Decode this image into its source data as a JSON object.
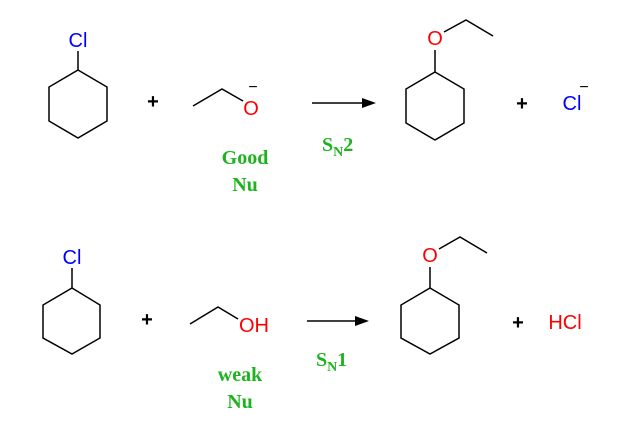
{
  "colors": {
    "chlorine": "#0000ff",
    "oxygen": "#ff0000",
    "label": "#1eb31e"
  },
  "reaction1": {
    "reactant_atom": "Cl",
    "plus1": "+",
    "nucleophile_atom": "O",
    "nucleophile_charge": "−",
    "nucleophile_label_1": "Good",
    "nucleophile_label_2": "Nu",
    "mechanism_main": "S",
    "mechanism_sub": "N",
    "mechanism_num": "2",
    "product_atom": "O",
    "plus2": "+",
    "byproduct": "Cl",
    "byproduct_charge": "−"
  },
  "reaction2": {
    "reactant_atom": "Cl",
    "plus1": "+",
    "nucleophile_atom": "OH",
    "nucleophile_label_1": "weak",
    "nucleophile_label_2": "Nu",
    "mechanism_main": "S",
    "mechanism_sub": "N",
    "mechanism_num": "1",
    "product_atom": "O",
    "plus2": "+",
    "byproduct": "HCl"
  }
}
